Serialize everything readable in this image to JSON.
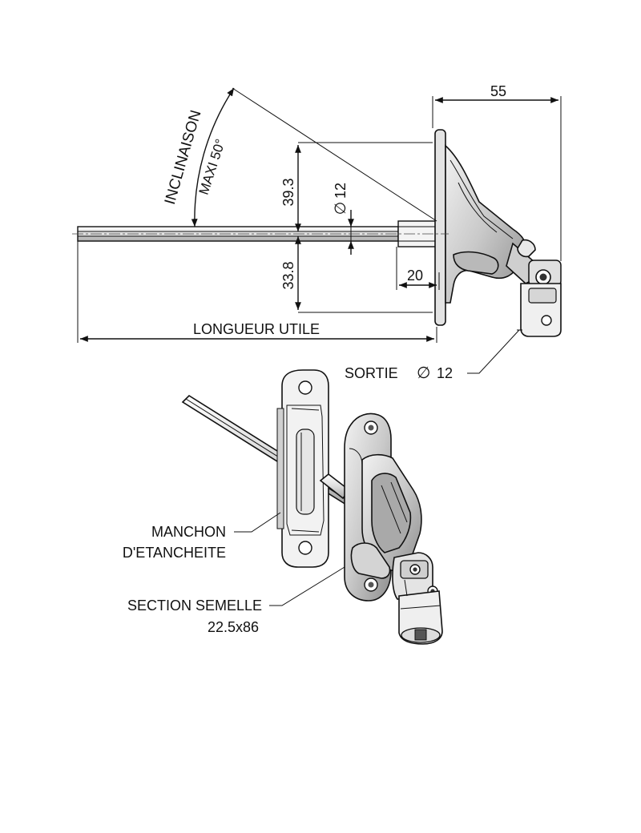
{
  "dimensions": {
    "width_55": "55",
    "height_39_3": "39.3",
    "height_33_8": "33.8",
    "diameter_12": "12",
    "offset_20": "20"
  },
  "labels": {
    "inclinaison": "INCLINAISON",
    "maxi": "MAXI 50°",
    "longueur_utile": "LONGUEUR UTILE",
    "sortie": "SORTIE",
    "sortie_diameter": "12",
    "manchon_line1": "MANCHON",
    "manchon_line2": "D'ETANCHEITE",
    "section_line1": "SECTION SEMELLE",
    "section_line2": "22.5x86"
  },
  "symbols": {
    "diameter": "∅"
  },
  "colors": {
    "line": "#111111",
    "part_fill": "#d8d8d8",
    "part_shadow": "#9a9a9a",
    "background": "#ffffff"
  }
}
